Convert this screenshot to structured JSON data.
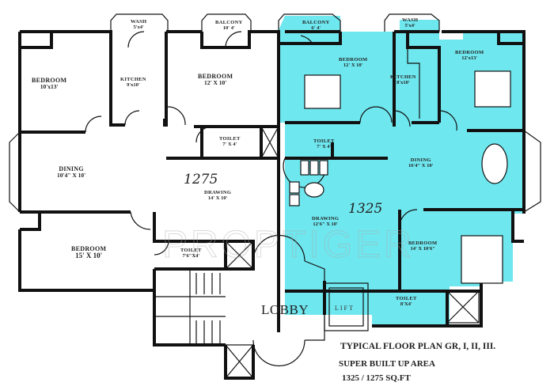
{
  "plan": {
    "colors": {
      "highlight_unit": "#6fe7ef",
      "wall": "#111111",
      "background": "#ffffff"
    },
    "left_unit": {
      "area_note": "1275",
      "rooms": [
        {
          "name": "BEDROOM",
          "dims": "10'x13'"
        },
        {
          "name": "KITCHEN",
          "dims": "9'x10'"
        },
        {
          "name": "WASH",
          "dims": "5'x4'"
        },
        {
          "name": "BEDROOM",
          "dims": "12' X 10'"
        },
        {
          "name": "BALCONY",
          "dims": "10' 4'"
        },
        {
          "name": "TOILET",
          "dims": "7' X 4'"
        },
        {
          "name": "DINING",
          "dims": "10'4\" X 10'"
        },
        {
          "name": "DRAWING",
          "dims": "14' X 10'"
        },
        {
          "name": "BEDROOM",
          "dims": "15' X 10'"
        },
        {
          "name": "TOILET",
          "dims": "7'6\"X4'"
        }
      ]
    },
    "right_unit": {
      "area_note": "1325",
      "rooms": [
        {
          "name": "BALCONY",
          "dims": "6' 4'"
        },
        {
          "name": "BEDROOM",
          "dims": "12' X 10'"
        },
        {
          "name": "WASH",
          "dims": "5'x4'"
        },
        {
          "name": "KITCHEN",
          "dims": "8'x10'"
        },
        {
          "name": "BEDROOM",
          "dims": "12'x13'"
        },
        {
          "name": "TOILET",
          "dims": "7' X 4'"
        },
        {
          "name": "DINING",
          "dims": "16'4\" X 10'"
        },
        {
          "name": "DRAWING",
          "dims": "12'6\" X 10'"
        },
        {
          "name": "BEDROOM",
          "dims": "14' X 10'6\""
        },
        {
          "name": "TOILET",
          "dims": "8'X4'"
        }
      ]
    },
    "common": {
      "lobby": "LOBBY",
      "lift": "LIFT"
    },
    "caption": {
      "line1": "TYPICAL FLOOR PLAN GR, I, II, III.",
      "line2": "SUPER BUILT UP AREA",
      "line3": "1325 / 1275 SQ.FT"
    },
    "watermark": "PROPTIGER"
  }
}
